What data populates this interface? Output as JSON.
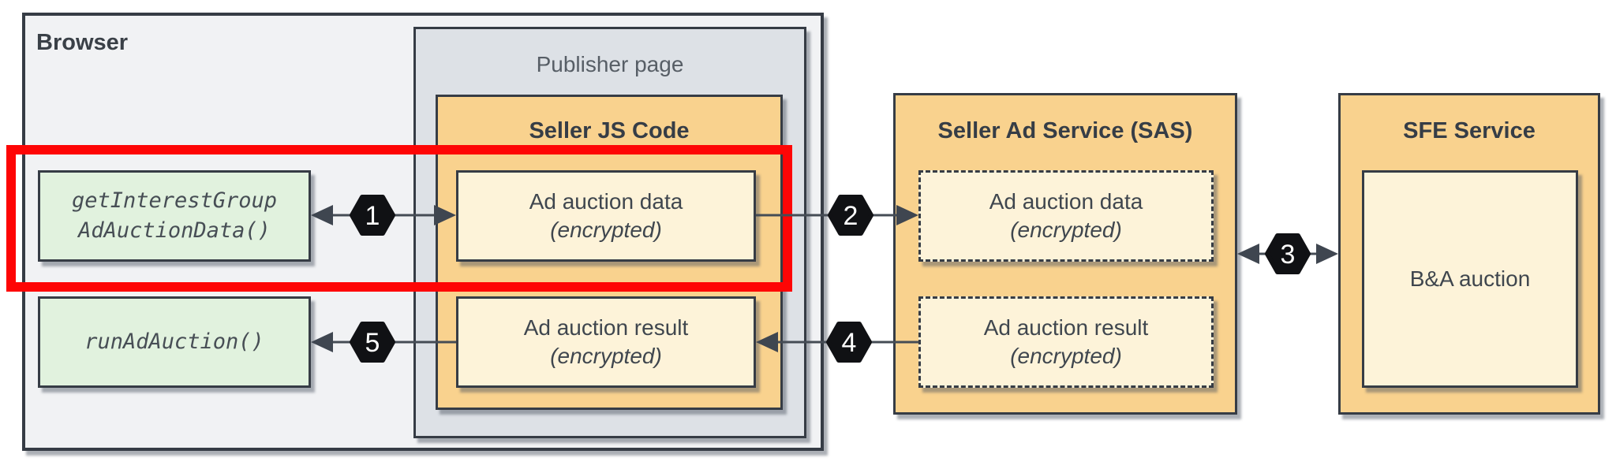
{
  "browser": {
    "label": "Browser"
  },
  "publisher": {
    "label": "Publisher page"
  },
  "seller_js": {
    "title": "Seller JS Code",
    "data_box": {
      "line1": "Ad auction data",
      "line2": "(encrypted)"
    },
    "result_box": {
      "line1": "Ad auction result",
      "line2": "(encrypted)"
    }
  },
  "api_calls": {
    "get_interest_group": {
      "line1": "getInterestGroup",
      "line2": "AdAuctionData()"
    },
    "run_ad_auction": {
      "line1": "runAdAuction()"
    }
  },
  "sas": {
    "title": "Seller Ad Service (SAS)",
    "data_box": {
      "line1": "Ad auction data",
      "line2": "(encrypted)"
    },
    "result_box": {
      "line1": "Ad auction result",
      "line2": "(encrypted)"
    }
  },
  "sfe": {
    "title": "SFE Service",
    "auction_box": {
      "label": "B&A auction"
    }
  },
  "steps": {
    "s1": "1",
    "s2": "2",
    "s3": "3",
    "s4": "4",
    "s5": "5"
  },
  "colors": {
    "highlight_red": "#fe0505",
    "service_orange": "#f9d28e",
    "inner_cream": "#fdf3d9",
    "api_green": "#e1f2de",
    "browser_gray": "#f1f2f4",
    "publisher_gray": "#dde1e6",
    "border_dark": "#363c45",
    "step_badge_black": "#101114",
    "arrow_gray": "#454c55"
  }
}
